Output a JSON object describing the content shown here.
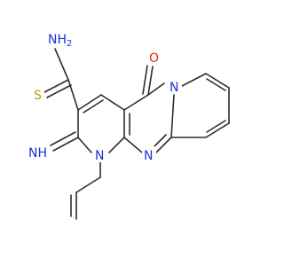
{
  "colors": {
    "background": "#ffffff",
    "bond": "#2d2d2d",
    "carbon": "#2d2d2d",
    "nitrogen": "#1f2fd8",
    "oxygen": "#e8221a",
    "sulfur": "#b8a000"
  },
  "atoms": {
    "nh2": "NH",
    "nh2_sub": "2",
    "s": "S",
    "o": "O",
    "n_ring": "N",
    "n_imine": "NH",
    "n_allyl": "N",
    "n_bridge": "N"
  }
}
